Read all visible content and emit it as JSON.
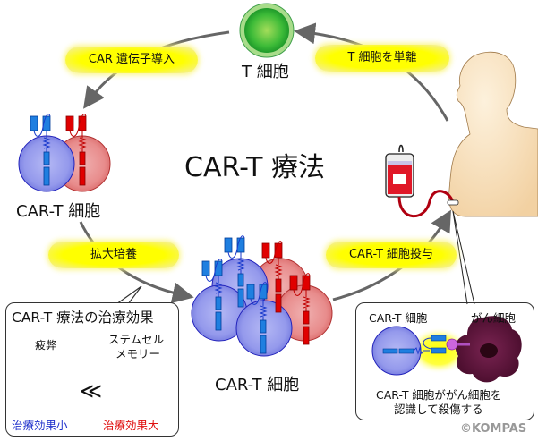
{
  "title": "CAR-T 療法",
  "t_cell": {
    "label": "T 細胞"
  },
  "steps": {
    "car_gene": "CAR 遺伝子導入",
    "isolate": "T 細胞を単離",
    "expand": "拡大培養",
    "administer": "CAR-T 細胞投与"
  },
  "car_t_left": {
    "label": "CAR-T 細胞"
  },
  "car_t_center": {
    "label": "CAR-T 細胞"
  },
  "effect_box": {
    "title": "CAR-T 療法の治療効果",
    "exhausted_label": "疲弊",
    "stem_memory_label_line1": "ステムセル",
    "stem_memory_label_line2": "メモリー",
    "comparison_symbol": "≪",
    "small_effect": "治療効果小",
    "large_effect": "治療効果大"
  },
  "mechanism_box": {
    "car_t_label": "CAR-T 細胞",
    "cancer_label": "がん細胞",
    "caption_line1": "CAR-T 細胞ががん細胞を",
    "caption_line2": "認識して殺傷する"
  },
  "copyright": "©KOMPAS",
  "colors": {
    "pill_yellow": "#ffff00",
    "t_cell_green": "#3cbf3c",
    "blue_cell": "#8f95e8",
    "red_cell": "#e98a8a",
    "car_blue": "#1f7fe0",
    "car_red": "#e00000",
    "cancer_purple": "#6a1540",
    "arrow_gray": "#666666",
    "small_effect_blue": "#2233cc",
    "large_effect_red": "#e01010"
  }
}
